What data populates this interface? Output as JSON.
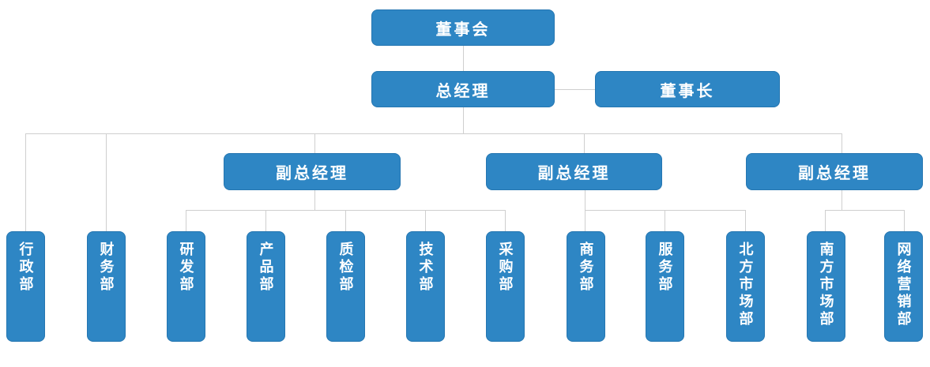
{
  "colors": {
    "node_blue": "#2E86C4",
    "line_gray": "#CFCFCF",
    "node_text": "#FFFFFF",
    "background": "#FFFFFF"
  },
  "org": {
    "board": {
      "label": "董事会"
    },
    "general_manager": {
      "label": "总经理"
    },
    "chairman": {
      "label": "董事长"
    },
    "vice_general_managers": [
      {
        "label": "副总经理"
      },
      {
        "label": "副总经理"
      },
      {
        "label": "副总经理"
      }
    ],
    "departments": [
      {
        "label": "行政部"
      },
      {
        "label": "财务部"
      },
      {
        "label": "研发部"
      },
      {
        "label": "产品部"
      },
      {
        "label": "质检部"
      },
      {
        "label": "技术部"
      },
      {
        "label": "采购部"
      },
      {
        "label": "商务部"
      },
      {
        "label": "服务部"
      },
      {
        "label": "北方市场部"
      },
      {
        "label": "南方市场部"
      },
      {
        "label": "网络营销部"
      }
    ]
  }
}
